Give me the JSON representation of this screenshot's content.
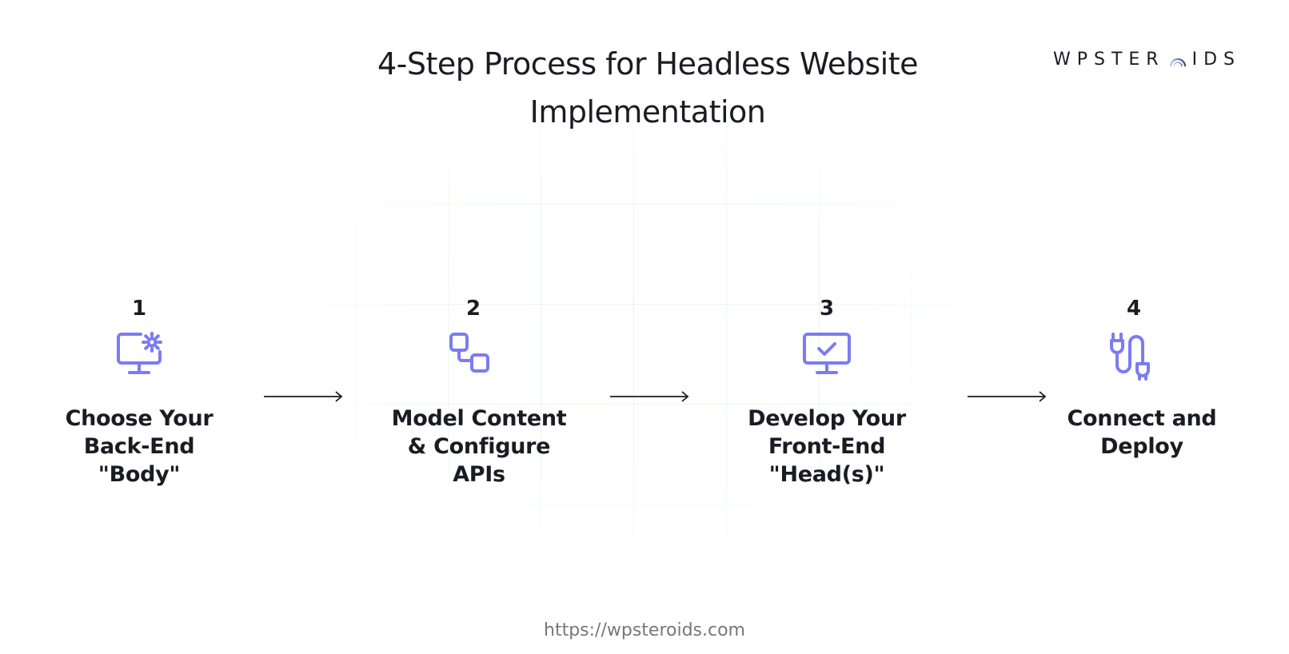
{
  "title": "4-Step Process for Headless Website Implementation",
  "logo": {
    "text_before": "WPSTER",
    "text_after": "IDS",
    "icon": "arc-logo-icon"
  },
  "colors": {
    "accent": "#7b7cf2",
    "text": "#1b1b24",
    "muted": "#77777d",
    "grid": "#78d282"
  },
  "steps": [
    {
      "number": "1",
      "icon": "monitor-gear-icon",
      "label": "Choose Your Back-End \"Body\""
    },
    {
      "number": "2",
      "icon": "connected-nodes-icon",
      "label": "Model Content & Configure APIs"
    },
    {
      "number": "3",
      "icon": "monitor-check-icon",
      "label": "Develop Your Front-End \"Head(s)\""
    },
    {
      "number": "4",
      "icon": "plug-cable-icon",
      "label": "Connect and Deploy"
    }
  ],
  "footer": {
    "url": "https://wpsteroids.com"
  }
}
